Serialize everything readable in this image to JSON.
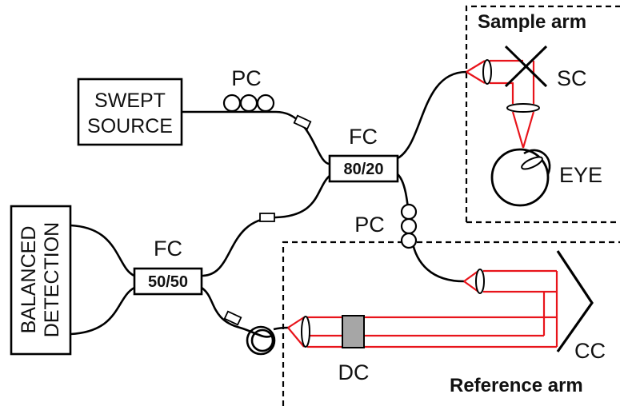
{
  "labels": {
    "pc_top": "PC",
    "pc_mid": "PC",
    "swept_source_line1": "SWEPT",
    "swept_source_line2": "SOURCE",
    "fc_top": "FC",
    "fc_top_ratio": "80/20",
    "fc_bottom": "FC",
    "fc_bottom_ratio": "50/50",
    "balanced_detection_line1": "BALANCED",
    "balanced_detection_line2": "DETECTION",
    "sample_arm": "Sample arm",
    "reference_arm": "Reference arm",
    "sc": "SC",
    "eye": "EYE",
    "cc": "CC",
    "dc": "DC"
  },
  "colors": {
    "beam": "#e8141b",
    "line": "#000000",
    "dispersion_compensator_fill": "#a6a6a6"
  }
}
